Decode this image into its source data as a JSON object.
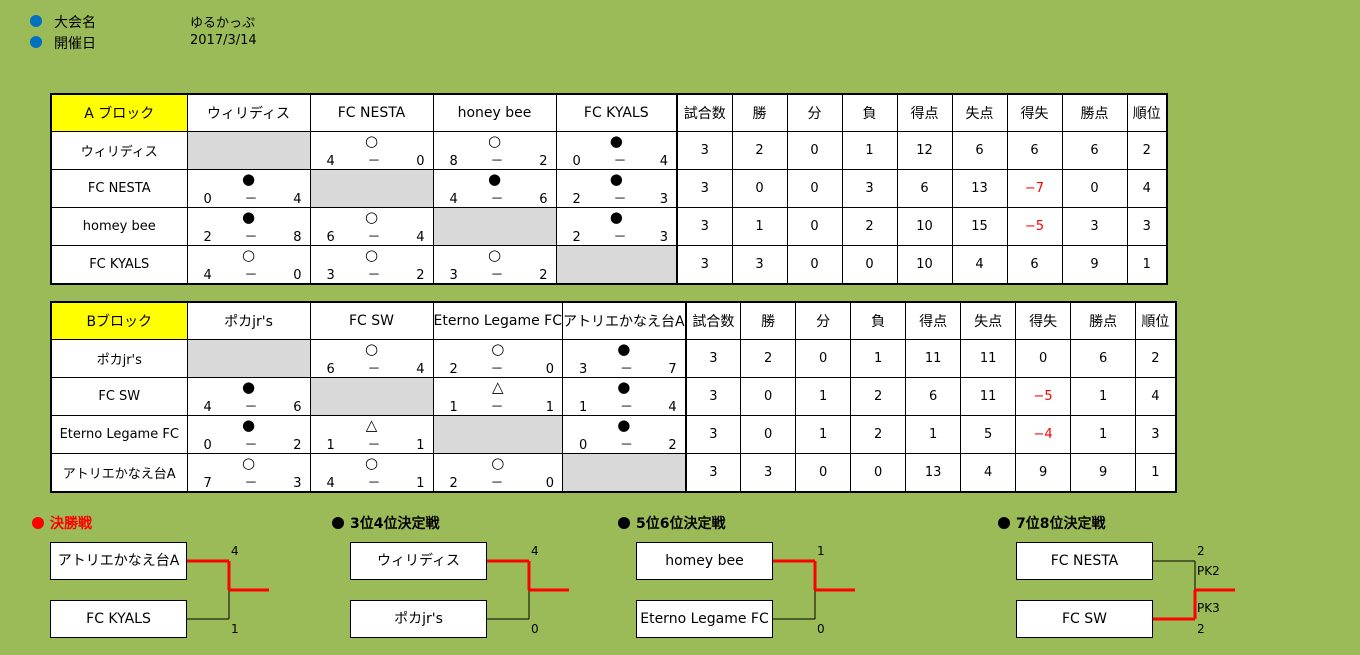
{
  "info": {
    "tournament_label": "大会名",
    "tournament_value": "ゆるかっぷ",
    "date_label": "開催日",
    "date_value": "2017/3/14"
  },
  "stat_headers": [
    "試合数",
    "勝",
    "分",
    "負",
    "得点",
    "失点",
    "得失",
    "勝点",
    "順位"
  ],
  "blocks": [
    {
      "name": "A ブロック",
      "teams": [
        "ウィリディス",
        "FC NESTA",
        "honey bee",
        "FC KYALS"
      ],
      "row_names": [
        "ウィリディス",
        "FC NESTA",
        "homey bee",
        "FC KYALS"
      ],
      "matrix": [
        [
          null,
          {
            "m": "○",
            "l": "4",
            "d": "－",
            "r": "0"
          },
          {
            "m": "○",
            "l": "8",
            "d": "－",
            "r": "2"
          },
          {
            "m": "●",
            "l": "0",
            "d": "－",
            "r": "4"
          }
        ],
        [
          {
            "m": "●",
            "l": "0",
            "d": "－",
            "r": "4"
          },
          null,
          {
            "m": "●",
            "l": "4",
            "d": "－",
            "r": "6"
          },
          {
            "m": "●",
            "l": "2",
            "d": "－",
            "r": "3"
          }
        ],
        [
          {
            "m": "●",
            "l": "2",
            "d": "－",
            "r": "8"
          },
          {
            "m": "○",
            "l": "6",
            "d": "－",
            "r": "4"
          },
          null,
          {
            "m": "●",
            "l": "2",
            "d": "－",
            "r": "3"
          }
        ],
        [
          {
            "m": "○",
            "l": "4",
            "d": "－",
            "r": "0"
          },
          {
            "m": "○",
            "l": "3",
            "d": "－",
            "r": "2"
          },
          {
            "m": "○",
            "l": "3",
            "d": "－",
            "r": "2"
          },
          null
        ]
      ],
      "stats": [
        [
          "3",
          "2",
          "0",
          "1",
          "12",
          "6",
          "6",
          "6",
          "2"
        ],
        [
          "3",
          "0",
          "0",
          "3",
          "6",
          "13",
          "−7",
          "0",
          "4"
        ],
        [
          "3",
          "1",
          "0",
          "2",
          "10",
          "15",
          "−5",
          "3",
          "3"
        ],
        [
          "3",
          "3",
          "0",
          "0",
          "10",
          "4",
          "6",
          "9",
          "1"
        ]
      ]
    },
    {
      "name": "Bブロック",
      "teams": [
        "ポカjr's",
        "FC SW",
        "Eterno Legame FC",
        "アトリエかなえ台A"
      ],
      "row_names": [
        "ポカjr's",
        "FC SW",
        "Eterno Legame FC",
        "アトリエかなえ台A"
      ],
      "matrix": [
        [
          null,
          {
            "m": "○",
            "l": "6",
            "d": "－",
            "r": "4"
          },
          {
            "m": "○",
            "l": "2",
            "d": "－",
            "r": "0"
          },
          {
            "m": "●",
            "l": "3",
            "d": "－",
            "r": "7"
          }
        ],
        [
          {
            "m": "●",
            "l": "4",
            "d": "－",
            "r": "6"
          },
          null,
          {
            "m": "△",
            "l": "1",
            "d": "－",
            "r": "1"
          },
          {
            "m": "●",
            "l": "1",
            "d": "－",
            "r": "4"
          }
        ],
        [
          {
            "m": "●",
            "l": "0",
            "d": "－",
            "r": "2"
          },
          {
            "m": "△",
            "l": "1",
            "d": "－",
            "r": "1"
          },
          null,
          {
            "m": "●",
            "l": "0",
            "d": "－",
            "r": "2"
          }
        ],
        [
          {
            "m": "○",
            "l": "7",
            "d": "－",
            "r": "3"
          },
          {
            "m": "○",
            "l": "4",
            "d": "－",
            "r": "1"
          },
          {
            "m": "○",
            "l": "2",
            "d": "－",
            "r": "0"
          },
          null
        ]
      ],
      "stats": [
        [
          "3",
          "2",
          "0",
          "1",
          "11",
          "11",
          "0",
          "6",
          "2"
        ],
        [
          "3",
          "0",
          "1",
          "2",
          "6",
          "11",
          "−5",
          "1",
          "4"
        ],
        [
          "3",
          "0",
          "1",
          "2",
          "1",
          "5",
          "−4",
          "1",
          "3"
        ],
        [
          "3",
          "3",
          "0",
          "0",
          "13",
          "4",
          "9",
          "9",
          "1"
        ]
      ]
    }
  ],
  "knockouts": [
    {
      "title": "決勝戦",
      "title_color": "#ff0000",
      "bullet_color": "#ff0000",
      "top": "アトリエかなえ台A",
      "bottom": "FC KYALS",
      "top_score": "4",
      "bottom_score": "1",
      "top_pk": "",
      "bottom_pk": "",
      "winner": "top"
    },
    {
      "title": "3位4位決定戦",
      "title_color": "#000000",
      "bullet_color": "#000000",
      "top": "ウィリディス",
      "bottom": "ポカjr's",
      "top_score": "4",
      "bottom_score": "0",
      "top_pk": "",
      "bottom_pk": "",
      "winner": "top"
    },
    {
      "title": "5位6位決定戦",
      "title_color": "#000000",
      "bullet_color": "#000000",
      "top": "homey bee",
      "bottom": "Eterno Legame FC",
      "top_score": "1",
      "bottom_score": "0",
      "top_pk": "",
      "bottom_pk": "",
      "winner": "top"
    },
    {
      "title": "7位8位決定戦",
      "title_color": "#000000",
      "bullet_color": "#000000",
      "top": "FC NESTA",
      "bottom": "FC SW",
      "top_score": "2",
      "bottom_score": "2",
      "top_pk": "PK2",
      "bottom_pk": "PK3",
      "winner": "bottom"
    }
  ],
  "colors": {
    "background": "#9bbb59",
    "block_header": "#ffff00",
    "empty_cell": "#d9d9d9",
    "negative": "#ff0000",
    "winner_line": "#ff0000"
  }
}
